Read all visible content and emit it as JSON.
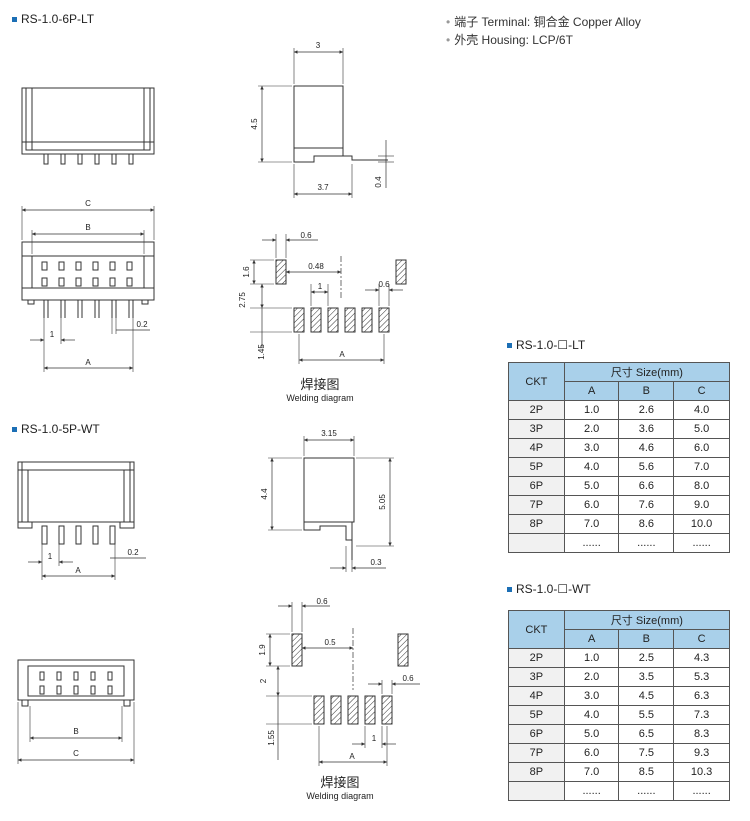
{
  "titles": {
    "lt6": "RS-1.0-6P-LT",
    "wt5": "RS-1.0-5P-WT",
    "lt_table": "RS-1.0-☐-LT",
    "wt_table": "RS-1.0-☐-WT"
  },
  "specs": [
    {
      "label": "端子 Terminal:",
      "value": "铜合金 Copper Alloy"
    },
    {
      "label": "外壳 Housing:",
      "value": "LCP/6T"
    }
  ],
  "welding": {
    "cn": "焊接图",
    "en": "Welding diagram"
  },
  "dims": {
    "lt_side_w": "3",
    "lt_side_h": "4.5",
    "lt_side_bw": "3.7",
    "lt_side_t": "0.4",
    "lt_C": "C",
    "lt_B": "B",
    "lt_pitch": "1",
    "lt_pin": "0.2",
    "lt_A": "A",
    "lt_w_06a": "0.6",
    "lt_w_16": "1.6",
    "lt_w_048": "0.48",
    "lt_w_1": "1",
    "lt_w_06b": "0.6",
    "lt_w_275": "2.75",
    "lt_w_145": "1.45",
    "lt_w_A": "A",
    "wt_pitch": "1",
    "wt_pin": "0.2",
    "wt_A": "A",
    "wt_side_w": "3.15",
    "wt_side_h": "4.4",
    "wt_side_h2": "5.05",
    "wt_side_t": "0.3",
    "wt_B": "B",
    "wt_C": "C",
    "wt_w_06a": "0.6",
    "wt_w_19": "1.9",
    "wt_w_05": "0.5",
    "wt_w_2": "2",
    "wt_w_06b": "0.6",
    "wt_w_155": "1.55",
    "wt_w_A": "A",
    "wt_w_1": "1"
  },
  "tables": {
    "lt": {
      "ckt_header": "CKT",
      "size_header": "尺寸 Size(mm)",
      "cols": [
        "A",
        "B",
        "C"
      ],
      "rows": [
        [
          "2P",
          "1.0",
          "2.6",
          "4.0"
        ],
        [
          "3P",
          "2.0",
          "3.6",
          "5.0"
        ],
        [
          "4P",
          "3.0",
          "4.6",
          "6.0"
        ],
        [
          "5P",
          "4.0",
          "5.6",
          "7.0"
        ],
        [
          "6P",
          "5.0",
          "6.6",
          "8.0"
        ],
        [
          "7P",
          "6.0",
          "7.6",
          "9.0"
        ],
        [
          "8P",
          "7.0",
          "8.6",
          "10.0"
        ],
        [
          "",
          "......",
          "......",
          "......"
        ]
      ]
    },
    "wt": {
      "ckt_header": "CKT",
      "size_header": "尺寸 Size(mm)",
      "cols": [
        "A",
        "B",
        "C"
      ],
      "rows": [
        [
          "2P",
          "1.0",
          "2.5",
          "4.3"
        ],
        [
          "3P",
          "2.0",
          "3.5",
          "5.3"
        ],
        [
          "4P",
          "3.0",
          "4.5",
          "6.3"
        ],
        [
          "5P",
          "4.0",
          "5.5",
          "7.3"
        ],
        [
          "6P",
          "5.0",
          "6.5",
          "8.3"
        ],
        [
          "7P",
          "6.0",
          "7.5",
          "9.3"
        ],
        [
          "8P",
          "7.0",
          "8.5",
          "10.3"
        ],
        [
          "",
          "......",
          "......",
          "......"
        ]
      ]
    }
  },
  "colors": {
    "accent": "#1c6fb5",
    "table_header": "#a9d0ea"
  }
}
